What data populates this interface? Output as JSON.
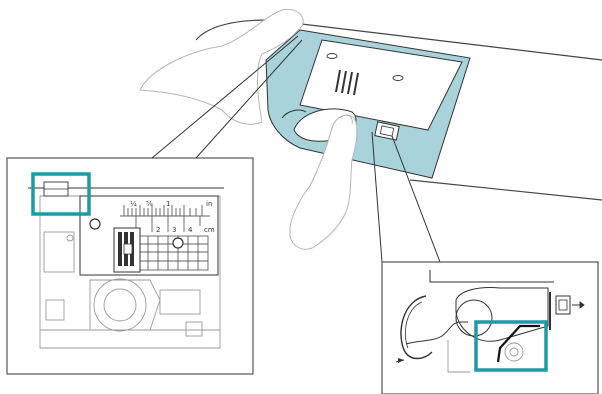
{
  "colors": {
    "teal_fill": "#a9d3da",
    "teal_highlight": "#1c9aa6",
    "line": "#333333",
    "light_line": "#9a9a9a"
  },
  "ruler": {
    "frac_quarter": "¼",
    "frac_five_eighths": "⅝",
    "one": "1",
    "two": "2",
    "three": "3",
    "four": "4",
    "unit_in": "in",
    "unit_cm": "cm"
  }
}
